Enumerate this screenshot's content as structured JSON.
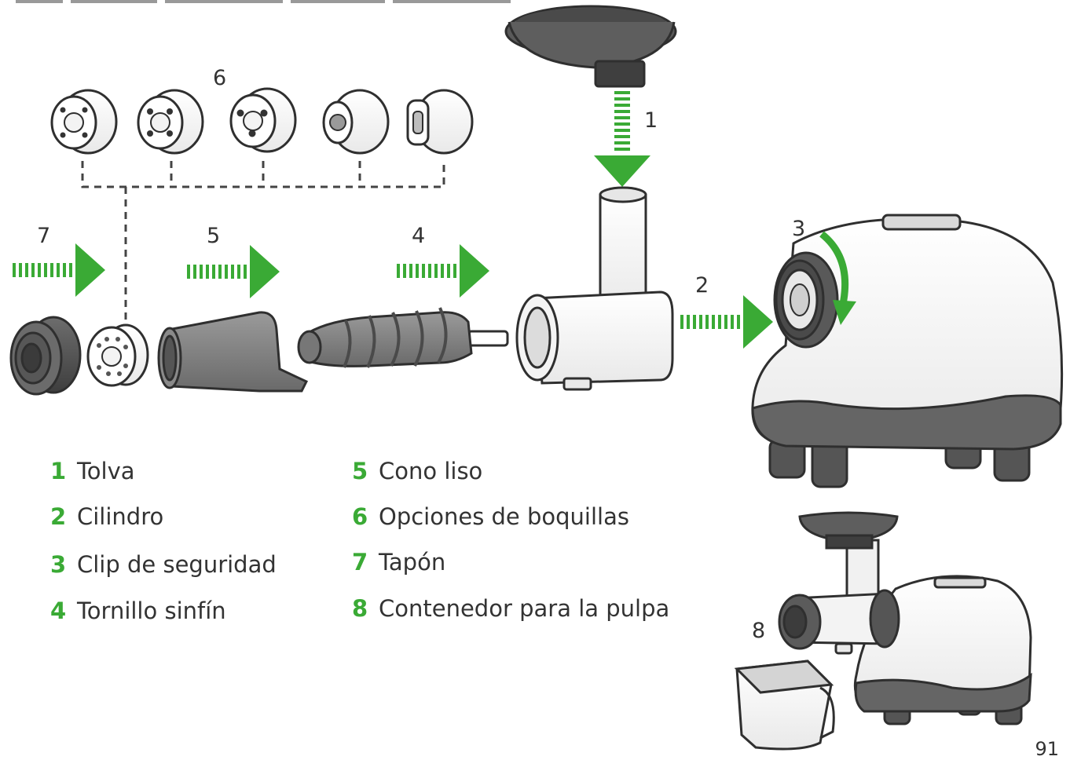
{
  "callouts": {
    "c1": "1",
    "c2": "2",
    "c3": "3",
    "c4": "4",
    "c5": "5",
    "c6": "6",
    "c7": "7",
    "c8": "8"
  },
  "legend": [
    {
      "num": "1",
      "label": "Tolva"
    },
    {
      "num": "2",
      "label": "Cilindro"
    },
    {
      "num": "3",
      "label": "Clip de seguridad"
    },
    {
      "num": "4",
      "label": "Tornillo sinfín"
    },
    {
      "num": "5",
      "label": "Cono liso"
    },
    {
      "num": "6",
      "label": "Opciones de boquillas"
    },
    {
      "num": "7",
      "label": "Tapón"
    },
    {
      "num": "8",
      "label": "Contenedor para la pulpa"
    }
  ],
  "page_number": "91",
  "colors": {
    "accent": "#3aaa35",
    "dark_part": "#5e5e5e",
    "outline": "#2f2f2f"
  }
}
